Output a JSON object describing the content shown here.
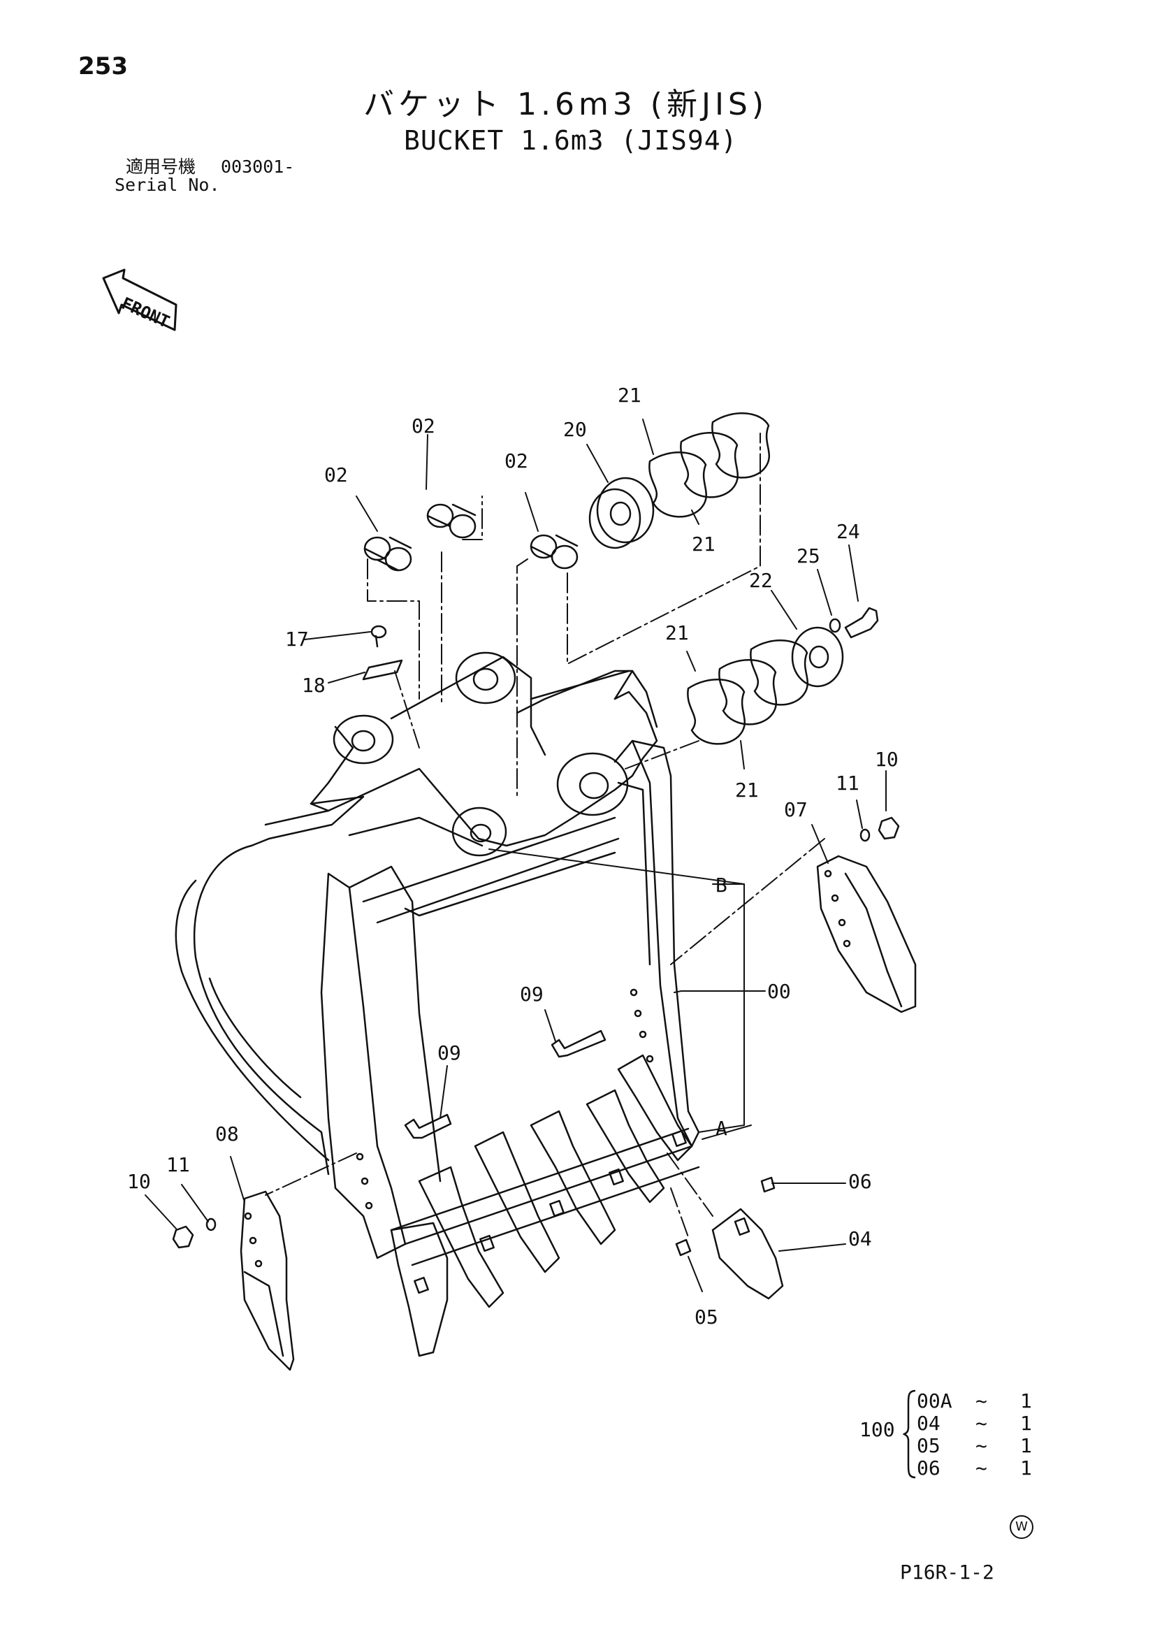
{
  "page_number": "253",
  "title_jp": "バケット 1.6m3 (新JIS)",
  "title_en": "BUCKET 1.6m3 (JIS94)",
  "serial": {
    "label_jp": "適用号機",
    "value": "003001-",
    "label_en": "Serial No."
  },
  "front_arrow_label": "FRONT",
  "part_labels": {
    "p02a": "02",
    "p02b": "02",
    "p02c": "02",
    "p20": "20",
    "p21a": "21",
    "p21b": "21",
    "p21c": "21",
    "p21d": "21",
    "p22": "22",
    "p24": "24",
    "p25": "25",
    "p17": "17",
    "p18": "18",
    "p10a": "10",
    "p11a": "11",
    "p07": "07",
    "pB": "B",
    "p00": "00",
    "pA": "A",
    "p09a": "09",
    "p09b": "09",
    "p08": "08",
    "p11b": "11",
    "p10b": "10",
    "p06": "06",
    "p04": "04",
    "p05": "05"
  },
  "kit": {
    "prefix": "100",
    "items": [
      {
        "code": "00A",
        "sep": "~",
        "qty": "1"
      },
      {
        "code": "04",
        "sep": "~",
        "qty": "1"
      },
      {
        "code": "05",
        "sep": "~",
        "qty": "1"
      },
      {
        "code": "06",
        "sep": "~",
        "qty": "1"
      }
    ]
  },
  "w_mark": "W",
  "page_code": "P16R-1-2"
}
